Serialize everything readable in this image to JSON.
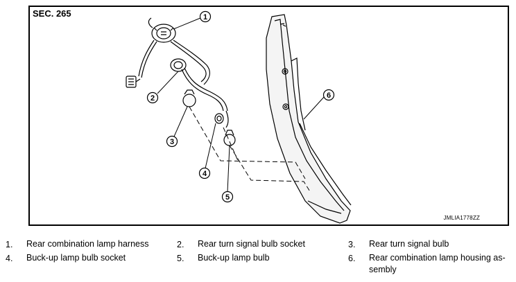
{
  "section_label": "SEC. 265",
  "figure_code": "JMLIA1778ZZ",
  "callouts": [
    "1",
    "2",
    "3",
    "4",
    "5",
    "6"
  ],
  "legend": [
    {
      "number": "1.",
      "text": "Rear combination lamp harness"
    },
    {
      "number": "2.",
      "text": "Rear turn signal bulb socket"
    },
    {
      "number": "3.",
      "text": "Rear turn signal bulb"
    },
    {
      "number": "4.",
      "text": "Buck-up lamp bulb socket"
    },
    {
      "number": "5.",
      "text": "Buck-up lamp bulb"
    },
    {
      "number": "6.",
      "text": "Rear combination lamp housing as-sembly"
    }
  ]
}
